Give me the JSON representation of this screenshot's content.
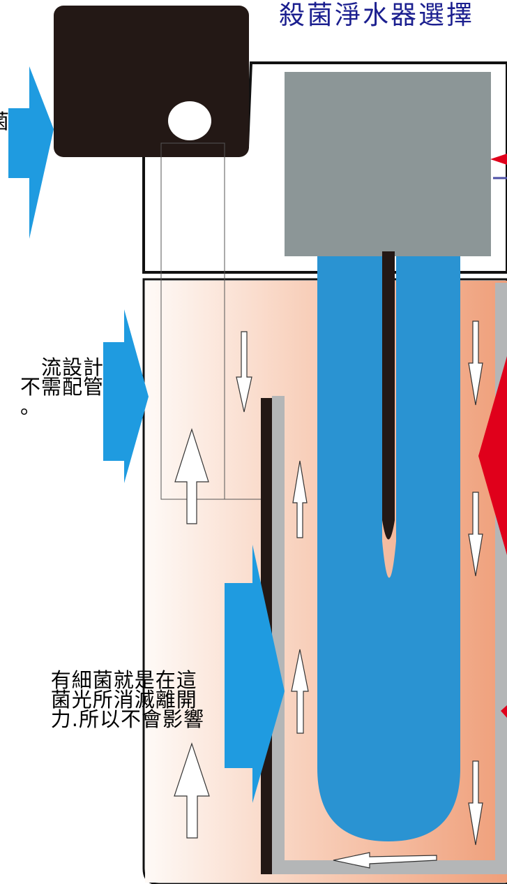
{
  "title": "殺菌淨水器選擇",
  "notes": {
    "top": [
      "菌"
    ],
    "middle": [
      "流設計",
      "不需配管",
      "。"
    ],
    "bottom": [
      "有細菌就是在這",
      "菌光所消滅離開",
      "力.所以不會影響"
    ]
  },
  "colors": {
    "title": "#1b1f8f",
    "arrow_blue": "#1f9be0",
    "uv_lamp_blue": "#2a93d2",
    "housing_gray": "#8c9697",
    "cap_black": "#231815",
    "red_arrow": "#e0001b",
    "water_light": "#fdf2ed",
    "water_dark": "#f0a07c"
  }
}
